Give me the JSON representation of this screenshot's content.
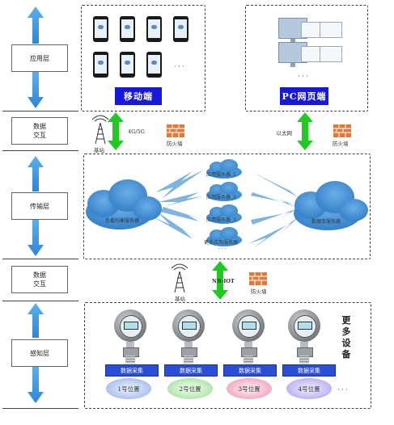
{
  "layers": {
    "application": "应用层",
    "data_exchange_top": [
      "数据",
      "交互"
    ],
    "transport": "传输层",
    "data_exchange_bottom": [
      "数据",
      "交互"
    ],
    "perception": "感知层"
  },
  "application_layer": {
    "mobile_label": "移动端",
    "mobile_more": "· · ·",
    "pc_label": "PC网页端",
    "pc_more": "· · ·"
  },
  "exchange_top": {
    "base_station": "基站",
    "network": "4G/5G",
    "firewall_left": "防火墙",
    "ethernet": "以太网",
    "firewall_right": "防火墙"
  },
  "transport_layer": {
    "load_balancer": "负载均衡服务器",
    "database_server": "数据库服务器",
    "app_servers": [
      "应用服务器_1",
      "应用服务器_2",
      "应用服务器_3",
      "更多应用服务器"
    ],
    "more_dots": "· · ·"
  },
  "exchange_bottom": {
    "base_station": "基站",
    "network": "NB-IOT",
    "firewall": "防火墙"
  },
  "perception_layer": {
    "more_devices": [
      "更",
      "多",
      "设",
      "备"
    ],
    "collector_label": "数据采集",
    "positions": [
      "1号位置",
      "2号位置",
      "3号位置",
      "4号位置"
    ],
    "more_dots": "· · ·"
  },
  "colors": {
    "arrow_blue": "#3f9be6",
    "arrow_green": "#22c922",
    "cloud_blue": "#3f90d6",
    "bolt_blue": "#7fb4de",
    "btn_blue": "#1818d8",
    "firewall_orange": "#e07a3c"
  }
}
